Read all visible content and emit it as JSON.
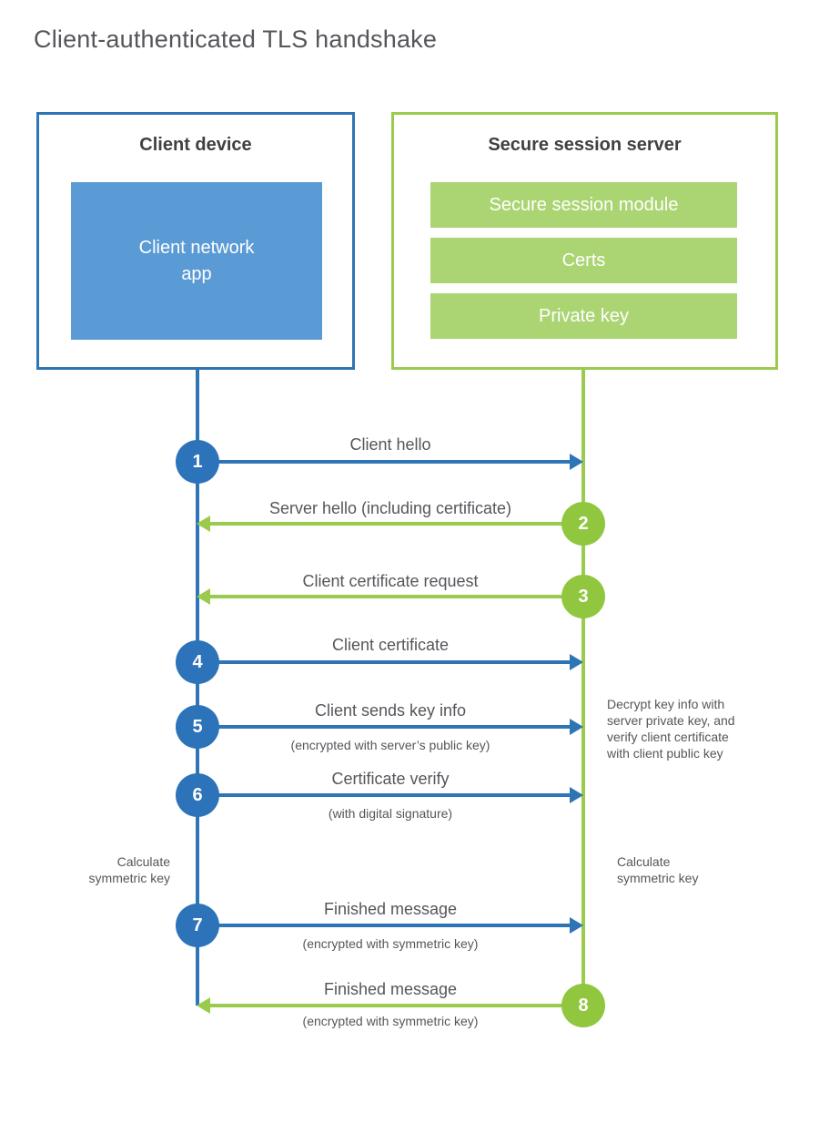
{
  "title": "Client-authenticated TLS handshake",
  "client": {
    "heading": "Client device",
    "app_label": "Client network\napp"
  },
  "server": {
    "heading": "Secure session server",
    "modules": [
      "Secure session module",
      "Certs",
      "Private key"
    ]
  },
  "steps": [
    {
      "num": "1",
      "label": "Client hello",
      "direction": "client-to-server"
    },
    {
      "num": "2",
      "label": "Server hello (including certificate)",
      "direction": "server-to-client"
    },
    {
      "num": "3",
      "label": "Client certificate request",
      "direction": "server-to-client"
    },
    {
      "num": "4",
      "label": "Client certificate",
      "direction": "client-to-server"
    },
    {
      "num": "5",
      "label": "Client sends key info",
      "sub": "(encrypted with server’s public key)",
      "direction": "client-to-server"
    },
    {
      "num": "6",
      "label": "Certificate verify",
      "sub": "(with digital signature)",
      "direction": "client-to-server"
    },
    {
      "num": "7",
      "label": "Finished message",
      "sub": "(encrypted with symmetric key)",
      "direction": "client-to-server"
    },
    {
      "num": "8",
      "label": "Finished message",
      "sub": "(encrypted with symmetric key)",
      "direction": "server-to-client"
    }
  ],
  "notes": {
    "decrypt": "Decrypt key info with\nserver private key, and\nverify client certificate\nwith client public key",
    "calc_left": "Calculate\nsymmetric key",
    "calc_right": "Calculate\nsymmetric key"
  },
  "colors": {
    "blue_stroke": "#2e75b6",
    "blue_fill": "#5b9bd5",
    "green_stroke": "#9bcb4d",
    "green_circle": "#90c73e",
    "green_fill": "#abd573",
    "text": "#55565b",
    "heading": "#3f4044"
  }
}
